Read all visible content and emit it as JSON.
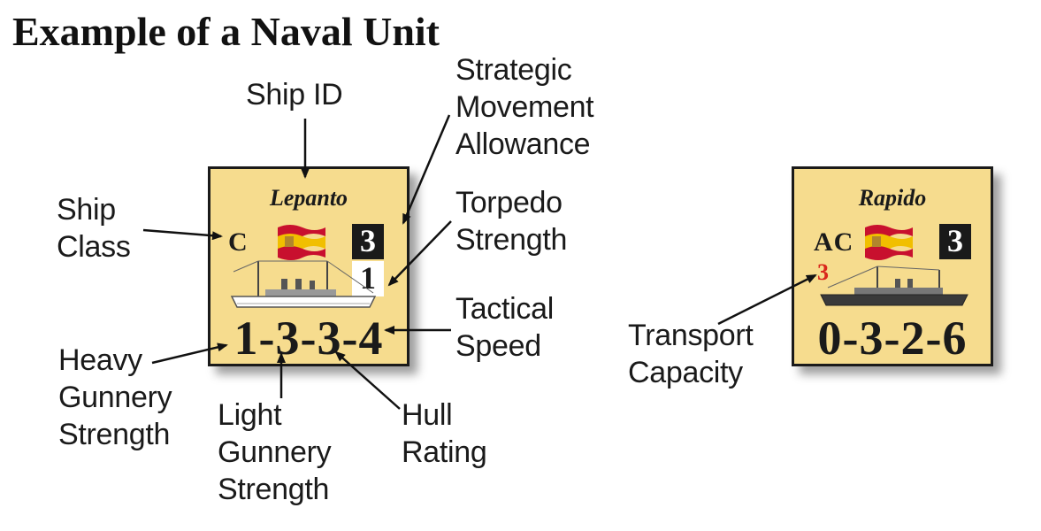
{
  "title": "Example of a Naval Unit",
  "labels": {
    "ship_id": "Ship ID",
    "strategic": "Strategic\nMovement\nAllowance",
    "ship_class": "Ship\nClass",
    "torpedo": "Torpedo\nStrength",
    "tactical": "Tactical\nSpeed",
    "heavy": "Heavy\nGunnery\nStrength",
    "light": "Light\nGunnery\nStrength",
    "hull": "Hull\nRating",
    "transport": "Transport\nCapacity"
  },
  "counters": [
    {
      "name": "Lepanto",
      "class_code": "C",
      "strategic_movement": "3",
      "torpedo_strength": "1",
      "ratings": "1-3-3-4"
    },
    {
      "name": "Rapido",
      "class_code": "AC",
      "strategic_movement": "3",
      "transport_capacity": "3",
      "ratings": "0-3-2-6"
    }
  ],
  "colors": {
    "counter_bg": "#f6dc8e",
    "transport_red": "#d9261c",
    "flag_red": "#c8102e",
    "flag_yellow": "#f1bf00"
  }
}
